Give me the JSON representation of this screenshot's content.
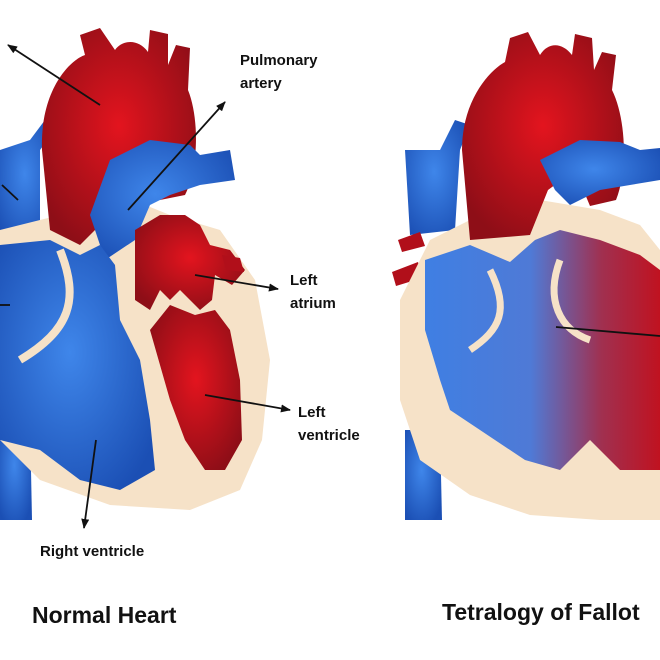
{
  "diagrams": [
    {
      "title": "Normal Heart",
      "labels": {
        "pulmonary_artery_line1": "Pulmonary",
        "pulmonary_artery_line2": "artery",
        "left_atrium_line1": "Left",
        "left_atrium_line2": "atrium",
        "left_ventricle_line1": "Left",
        "left_ventricle_line2": "ventricle",
        "right_ventricle": "Right ventricle"
      }
    },
    {
      "title": "Tetralogy of Fallot"
    }
  ],
  "colors": {
    "oxygenated": "#b10f1a",
    "deoxygenated": "#2a63c9",
    "tissue": "#f6e2c8",
    "arrow": "#111111"
  }
}
